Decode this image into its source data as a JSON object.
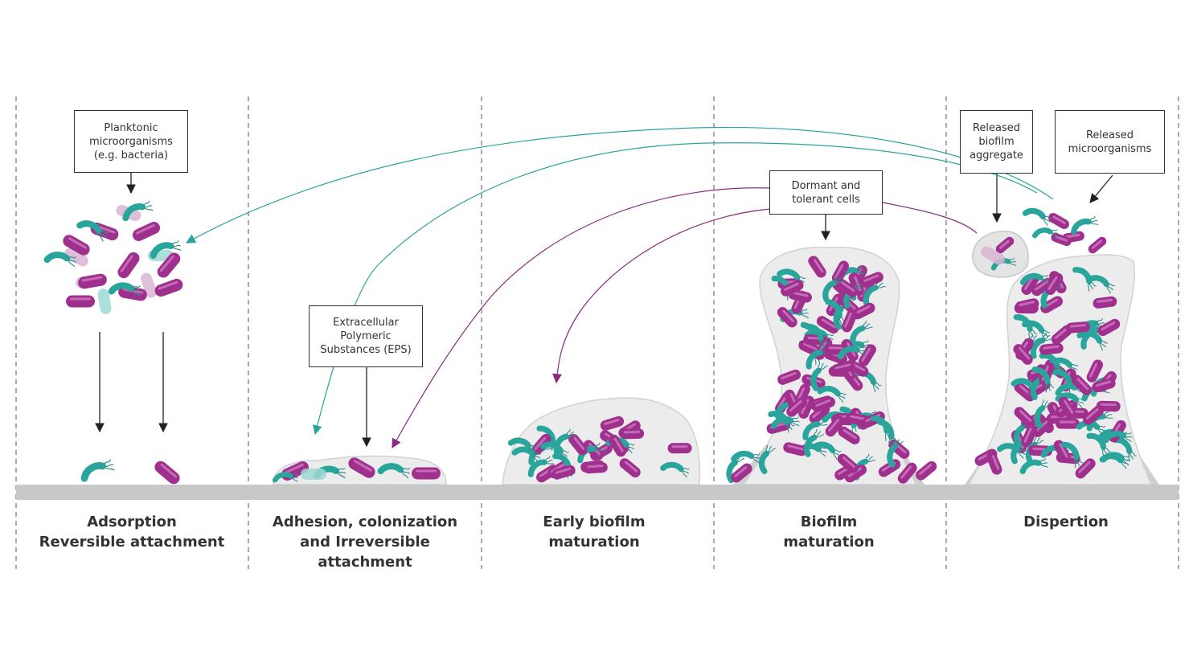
{
  "labels": {
    "planktonic": [
      "Planktonic",
      "microorganisms",
      "(e.g. bacteria)"
    ],
    "eps": [
      "Extracellular",
      "Polymeric",
      "Substances (EPS)"
    ],
    "dormant": [
      "Dormant and",
      "tolerant cells"
    ],
    "released_aggregate": [
      "Released",
      "biofilm",
      "aggregate"
    ],
    "released_micro": [
      "Released",
      "microorganisms"
    ]
  },
  "stages": [
    {
      "lines": [
        "Adsorption",
        "Reversible attachment"
      ]
    },
    {
      "lines": [
        "Adhesion, colonization",
        "and Irreversible",
        "attachment"
      ]
    },
    {
      "lines": [
        "Early biofilm",
        "maturation"
      ]
    },
    {
      "lines": [
        "Biofilm",
        "maturation"
      ]
    },
    {
      "lines": [
        "Dispertion"
      ]
    }
  ],
  "colors": {
    "purple": "#a0308e",
    "purple_light": "#d9b5d3",
    "teal": "#2aa59c",
    "teal_light": "#9ed8d3",
    "matrix": "#ececec",
    "surface": "#c8c8c8",
    "arrow_teal": "#2aa59c",
    "arrow_purple": "#8b2a80"
  }
}
